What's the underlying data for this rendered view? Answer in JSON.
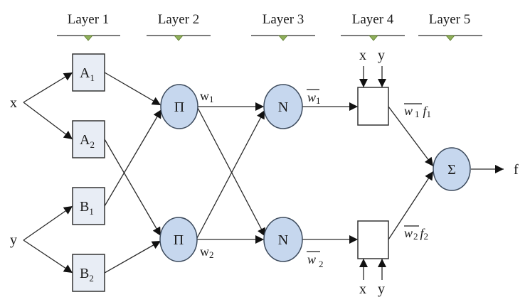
{
  "title": "ANFIS architecture",
  "layers": [
    {
      "label": "Layer 1"
    },
    {
      "label": "Layer 2"
    },
    {
      "label": "Layer 3"
    },
    {
      "label": "Layer 4"
    },
    {
      "label": "Layer 5"
    }
  ],
  "inputs": {
    "x": "x",
    "y": "y"
  },
  "layer1_nodes": [
    {
      "main": "A",
      "sub": "1"
    },
    {
      "main": "A",
      "sub": "2"
    },
    {
      "main": "B",
      "sub": "1"
    },
    {
      "main": "B",
      "sub": "2"
    }
  ],
  "layer2_nodes": [
    {
      "symbol": "Π",
      "output": "w",
      "output_sub": "1"
    },
    {
      "symbol": "Π",
      "output": "w",
      "output_sub": "2"
    }
  ],
  "layer3_nodes": [
    {
      "symbol": "N",
      "output": "w",
      "output_sub": "1"
    },
    {
      "symbol": "N",
      "output": "w",
      "output_sub": "2"
    }
  ],
  "layer4_nodes": [
    {
      "input_x": "x",
      "input_y": "y",
      "output_w": "w",
      "output_w_sub": "1",
      "output_f": "f",
      "output_f_sub": "1"
    },
    {
      "input_x": "x",
      "input_y": "y",
      "output_w": "w",
      "output_w_sub": "2",
      "output_f": "f",
      "output_f_sub": "2"
    }
  ],
  "layer5_node": {
    "symbol": "Σ"
  },
  "output": {
    "label": "f"
  },
  "colors": {
    "fixed_node_fill": "#c6d7ee",
    "adaptive_node_fill": "#e8edf5",
    "layer_marker": "#8fb05a"
  }
}
